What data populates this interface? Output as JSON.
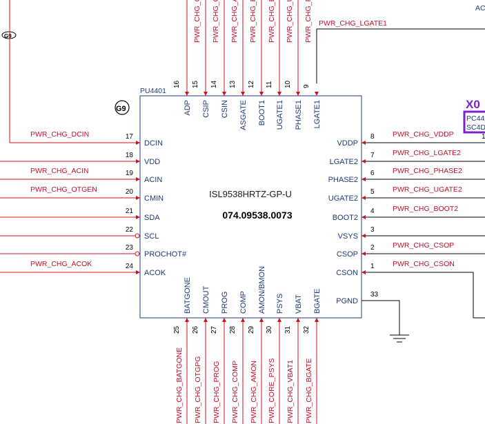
{
  "chip": {
    "refdes": "PU4401",
    "part_name": "ISL9538HRTZ-GP-U",
    "part_number": "074.09538.0073",
    "badge": "G9",
    "left_pins": [
      {
        "num": "17",
        "name": "DCIN",
        "net": "PWR_CHG_DCIN"
      },
      {
        "num": "18",
        "name": "VDD",
        "net": ""
      },
      {
        "num": "19",
        "name": "ACIN",
        "net": "PWR_CHG_ACIN"
      },
      {
        "num": "20",
        "name": "CMIN",
        "net": "PWR_CHG_OTGEN"
      },
      {
        "num": "21",
        "name": "SDA",
        "net": ""
      },
      {
        "num": "22",
        "name": "SCL",
        "net": ""
      },
      {
        "num": "23",
        "name": "PROCHOT#",
        "net": ""
      },
      {
        "num": "24",
        "name": "ACOK",
        "net": "PWR_CHG_ACOK"
      }
    ],
    "right_pins": [
      {
        "num": "8",
        "name": "VDDP",
        "net": "PWR_CHG_VDDP"
      },
      {
        "num": "7",
        "name": "LGATE2",
        "net": "PWR_CHG_LGATE2"
      },
      {
        "num": "6",
        "name": "PHASE2",
        "net": "PWR_CHG_PHASE2"
      },
      {
        "num": "5",
        "name": "UGATE2",
        "net": "PWR_CHG_UGATE2"
      },
      {
        "num": "4",
        "name": "BOOT2",
        "net": "PWR_CHG_BOOT2"
      },
      {
        "num": "3",
        "name": "VSYS",
        "net": ""
      },
      {
        "num": "2",
        "name": "CSOP",
        "net": "PWR_CHG_CSOP"
      },
      {
        "num": "1",
        "name": "CSON",
        "net": "PWR_CHG_CSON"
      },
      {
        "num": "33",
        "name": "PGND",
        "net": ""
      }
    ],
    "top_pins": [
      {
        "num": "16",
        "name": "ADP",
        "net": "PWR_CHG_C"
      },
      {
        "num": "15",
        "name": "CSIP",
        "net": "PWR_CHG_C"
      },
      {
        "num": "14",
        "name": "CSIN",
        "net": "PWR_CHG_A"
      },
      {
        "num": "13",
        "name": "ASGATE",
        "net": "PWR_CHG_B"
      },
      {
        "num": "12",
        "name": "BOOT1",
        "net": "PWR_CHG_B"
      },
      {
        "num": "11",
        "name": "UGATE1",
        "net": "PWR_CHG_U"
      },
      {
        "num": "10",
        "name": "PHASE1",
        "net": "PWR_CHG_P"
      },
      {
        "num": "9",
        "name": "LGATE1",
        "net": "PWR_CHG_LGATE1"
      }
    ],
    "bottom_pins": [
      {
        "num": "25",
        "name": "BATGONE",
        "net": "PWR_CHG_BATGONE"
      },
      {
        "num": "26",
        "name": "CMOUT",
        "net": "PWR_CHG_OTGPG"
      },
      {
        "num": "27",
        "name": "PROG",
        "net": "PWR_CHG_PROG"
      },
      {
        "num": "28",
        "name": "COMP",
        "net": "PWR_CHG_COMP"
      },
      {
        "num": "29",
        "name": "AMON/BMON",
        "net": "PWR_CHG_AMON"
      },
      {
        "num": "30",
        "name": "PSYS",
        "net": "PWR_CORE_PSYS"
      },
      {
        "num": "31",
        "name": "VBAT",
        "net": "PWR_CHG_VBAT1"
      },
      {
        "num": "32",
        "name": "BGATE",
        "net": "PWR_CHG_BGATE"
      }
    ]
  },
  "side_part": {
    "label_big": "X0",
    "refdes": "PC44",
    "sub": "SC4D",
    "pin": "1"
  },
  "corner_text": "AC",
  "left_badge": "G9",
  "colors": {
    "wire": "#d0101c",
    "pin_text": "#1f3a78",
    "net_text": "#c0102a",
    "side_box": "#7a1fd0"
  }
}
